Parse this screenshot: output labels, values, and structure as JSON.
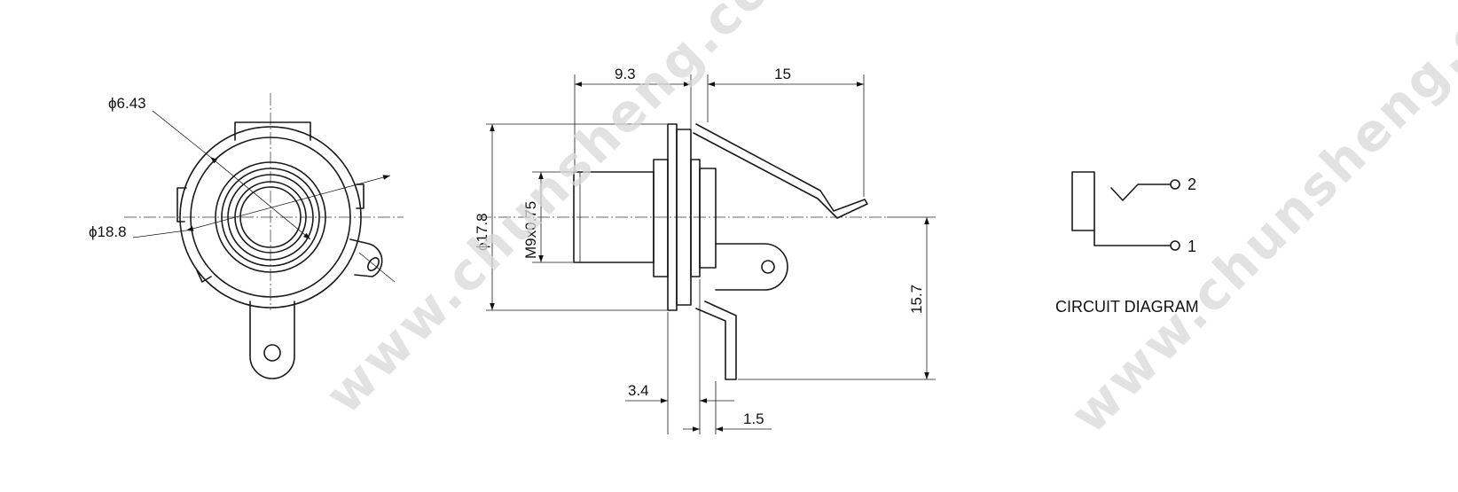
{
  "watermark": {
    "text": "www.chunsheng.com",
    "color": "#d9d9d9"
  },
  "front_view": {
    "inner_diameter": "ϕ6.43",
    "outer_diameter": "ϕ18.8"
  },
  "side_view": {
    "bushing_length": "9.3",
    "spring_length": "15",
    "flange_diameter": "ϕ17.8",
    "thread": "M9x0.75",
    "terminal_height": "15.7",
    "flange_thickness": "3.4",
    "tab_offset": "1.5"
  },
  "circuit_diagram": {
    "label": "CIRCUIT DIAGRAM",
    "pins": [
      "2",
      "1"
    ]
  },
  "colors": {
    "line": "#1a1a1a",
    "background": "#ffffff"
  }
}
